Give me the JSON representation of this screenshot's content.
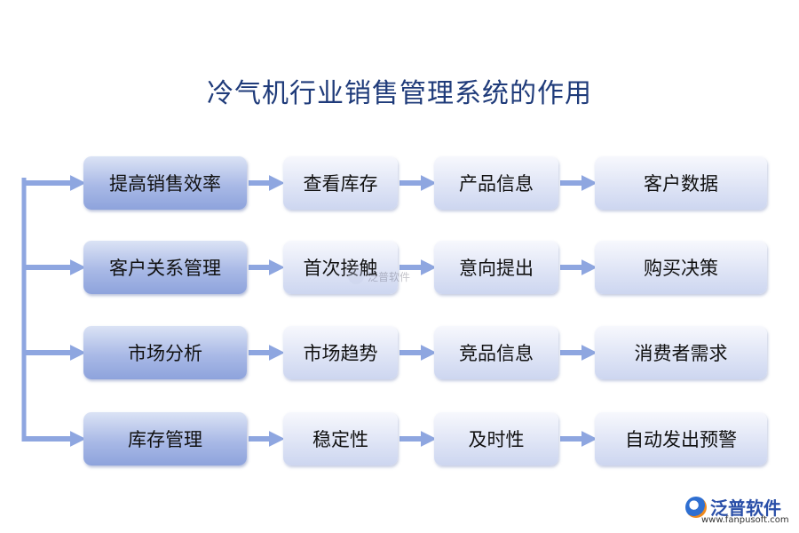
{
  "title": "冷气机行业销售管理系统的作用",
  "rows": [
    {
      "main": "提高销售效率",
      "items": [
        "查看库存",
        "产品信息",
        "客户数据"
      ]
    },
    {
      "main": "客户关系管理",
      "items": [
        "首次接触",
        "意向提出",
        "购买决策"
      ]
    },
    {
      "main": "市场分析",
      "items": [
        "市场趋势",
        "竞品信息",
        "消费者需求"
      ]
    },
    {
      "main": "库存管理",
      "items": [
        "稳定性",
        "及时性",
        "自动发出预警"
      ]
    }
  ],
  "watermark": "泛普软件",
  "logo": {
    "text": "泛普软件",
    "url": "www.fanpusoft.com"
  },
  "colors": {
    "arrow": "#8ea6e0",
    "title": "#1f3b7a",
    "primary_box": "#a9b9e6",
    "secondary_box": "#dde3f5"
  }
}
